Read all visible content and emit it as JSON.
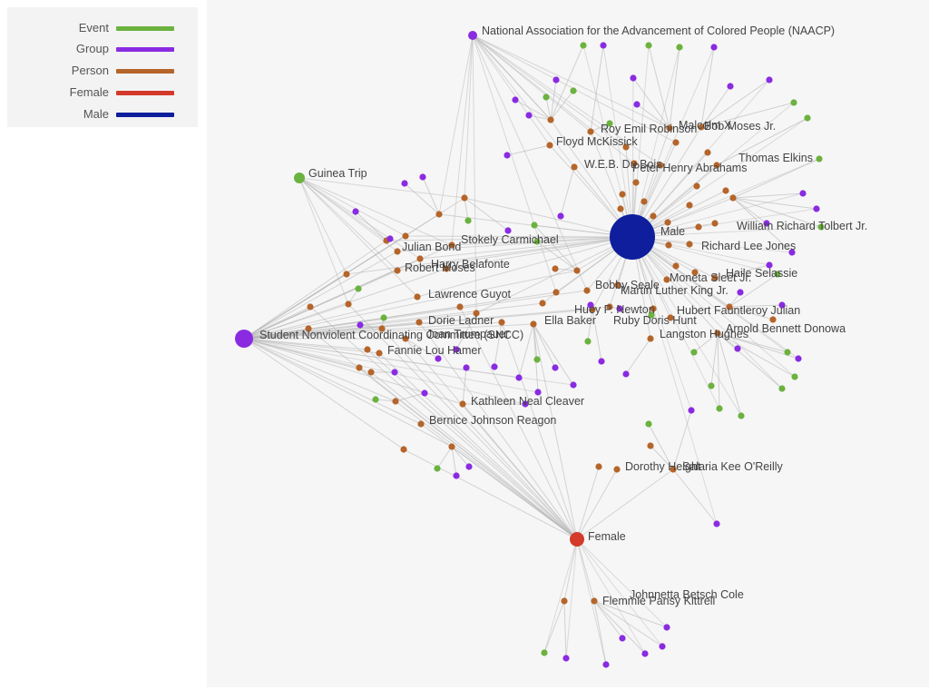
{
  "legend": {
    "items": [
      {
        "label": "Event",
        "color": "#6bb23f"
      },
      {
        "label": "Group",
        "color": "#8a2be2"
      },
      {
        "label": "Person",
        "color": "#b5652a"
      },
      {
        "label": "Female",
        "color": "#d33a2a"
      },
      {
        "label": "Male",
        "color": "#0e1e9c"
      }
    ]
  },
  "colors": {
    "event": "#6bb23f",
    "group": "#8a2be2",
    "person": "#b5652a",
    "female": "#d33a2a",
    "male": "#0e1e9c",
    "edge": "#b7b7b7",
    "canvas": "#f6f6f6"
  },
  "hubs": {
    "male": "Male",
    "female": "Female",
    "sncc": "Student Nonviolent Coordinating Committee (SNCC)",
    "naacp": "National Association for the Advancement of Colored People (NAACP)",
    "guinea": "Guinea Trip"
  },
  "labels": [
    "Roy Emil Robinson",
    "Malcolm X",
    "Bob Moses Jr.",
    "Floyd McKissick",
    "W.E.B. Du Bois",
    "Peter Henry Abrahams",
    "Thomas Elkins",
    "William Richard Tolbert Jr.",
    "Stokely Carmichael",
    "Julian Bond",
    "Harry Belafonte",
    "Robert Moses",
    "Richard Lee Jones",
    "Haile Selassie",
    "Moneta Sleet Jr.",
    "Bobby Seale",
    "Martin Luther King Jr.",
    "Lawrence Guyot",
    "Huey P. Newton",
    "Hubert Fauntleroy Julian",
    "Dorie Ladner",
    "Joan Trumpauer",
    "Ella Baker",
    "Ruby Doris Hunt",
    "Arnold Bennett Donowa",
    "Fannie Lou Hamer",
    "Langston Hughes",
    "Kathleen Neal Cleaver",
    "Bernice Johnson Reagon",
    "Dorothy Height",
    "Salaria Kee O'Reilly",
    "Johnnetta Betsch Cole",
    "Flemmie Pansy Kittrell"
  ]
}
